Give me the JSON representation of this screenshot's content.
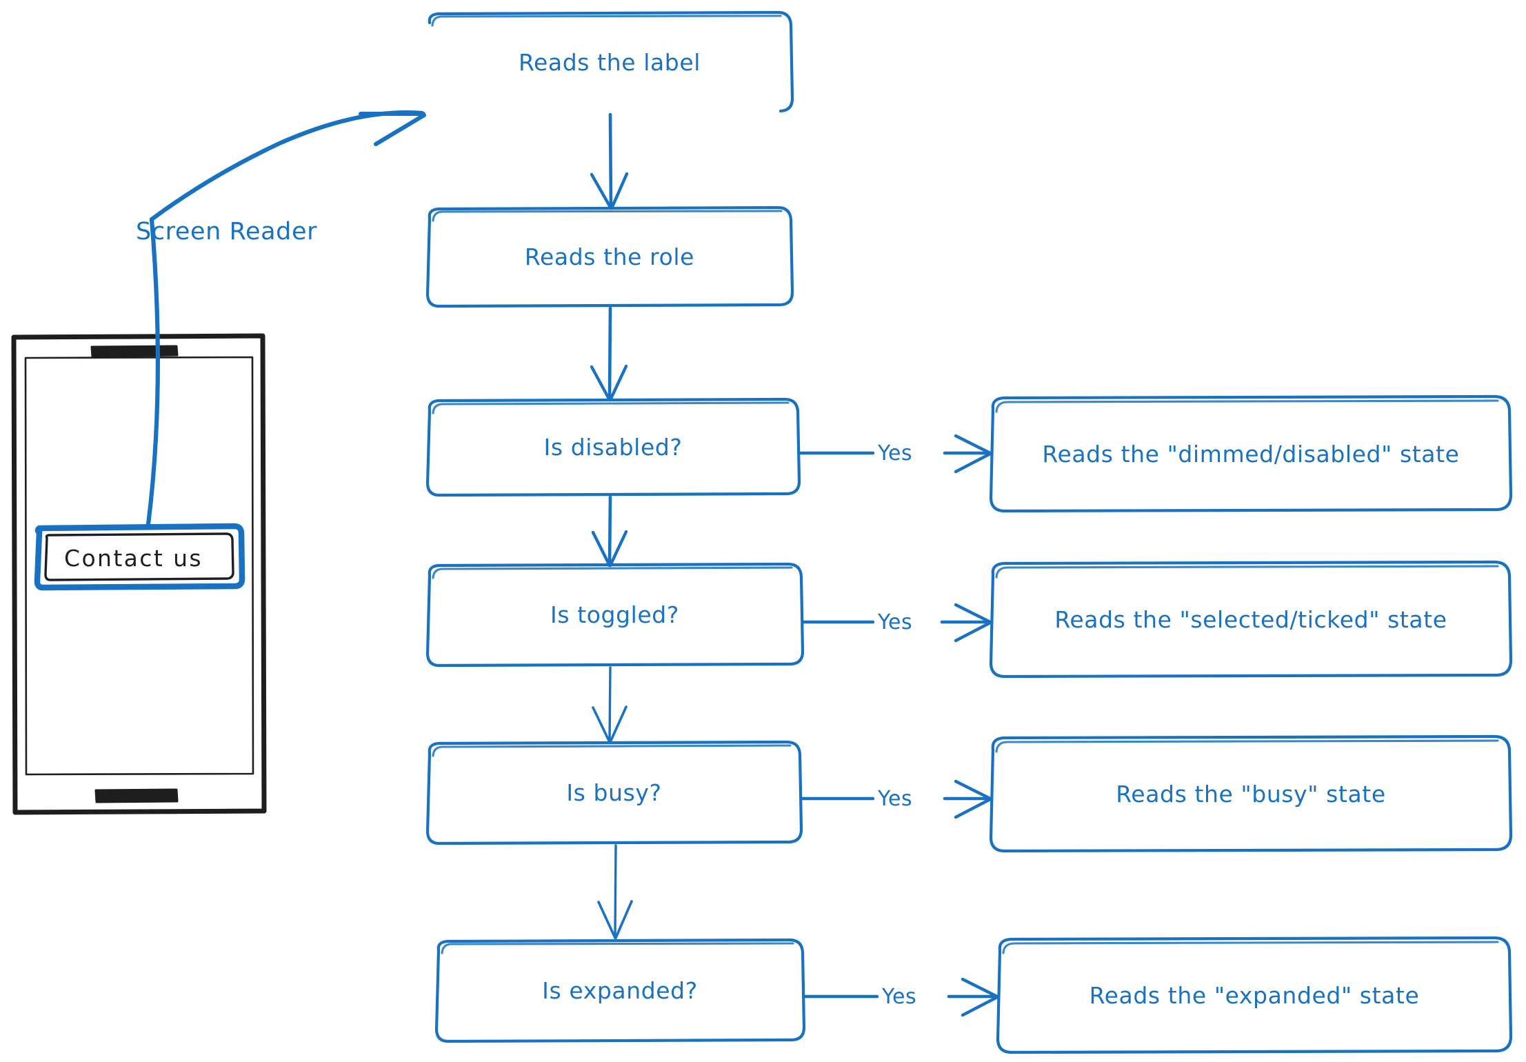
{
  "diagram": {
    "title_visible": false,
    "accent_color": "#1971c2",
    "ink_color": "#1e1e1e",
    "background": "#ffffff",
    "style": "hand-drawn-sketch"
  },
  "device": {
    "name": "phone-mockup",
    "button": {
      "label": "Contact us",
      "focused": true,
      "focus_ring_color": "#1971c2"
    }
  },
  "annotation": {
    "label": "Screen Reader"
  },
  "flow": {
    "steps": [
      {
        "id": "reads-label",
        "label": "Reads the label"
      },
      {
        "id": "reads-role",
        "label": "Reads the role"
      },
      {
        "id": "is-disabled",
        "label": "Is disabled?"
      },
      {
        "id": "is-toggled",
        "label": "Is toggled?"
      },
      {
        "id": "is-busy",
        "label": "Is busy?"
      },
      {
        "id": "is-expanded",
        "label": "Is expanded?"
      }
    ],
    "outcomes": [
      {
        "id": "out-disabled",
        "label": "Reads the \"dimmed/disabled\" state"
      },
      {
        "id": "out-toggled",
        "label": "Reads the \"selected/ticked\" state"
      },
      {
        "id": "out-busy",
        "label": "Reads the \"busy\" state"
      },
      {
        "id": "out-expanded",
        "label": "Reads the \"expanded\" state"
      }
    ],
    "branch_labels": [
      {
        "id": "yes-disabled",
        "label": "Yes"
      },
      {
        "id": "yes-toggled",
        "label": "Yes"
      },
      {
        "id": "yes-busy",
        "label": "Yes"
      },
      {
        "id": "yes-expanded",
        "label": "Yes"
      }
    ]
  }
}
